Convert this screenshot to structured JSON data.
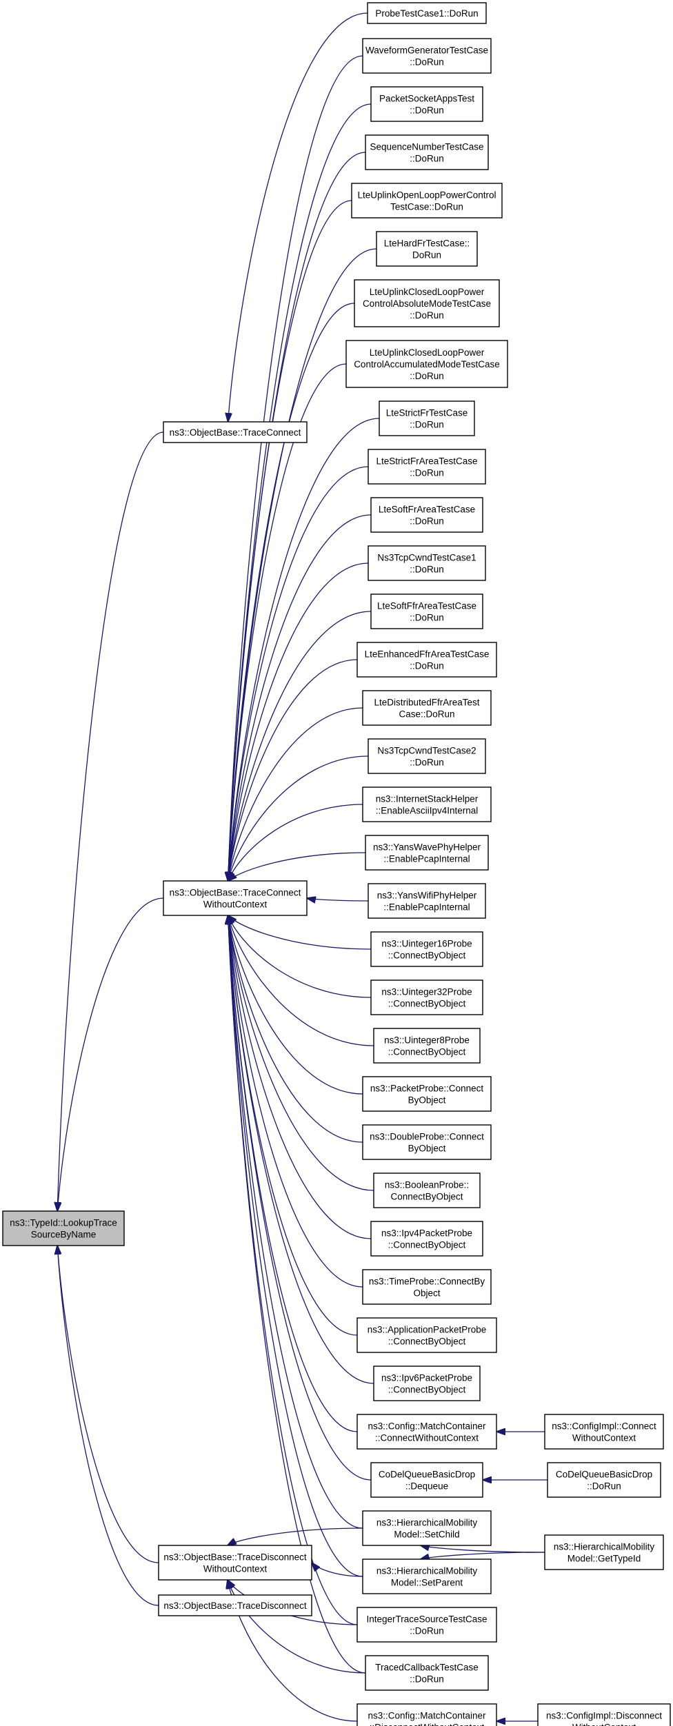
{
  "diagram": {
    "type": "call-graph",
    "focus_node": "typeid",
    "nodes": [
      {
        "id": "typeid",
        "lines": [
          "ns3::TypeId::LookupTrace",
          "SourceByName"
        ],
        "focus": true
      },
      {
        "id": "traceconnect",
        "lines": [
          "ns3::ObjectBase::TraceConnect"
        ]
      },
      {
        "id": "traceconnect-wc",
        "lines": [
          "ns3::ObjectBase::TraceConnect",
          "WithoutContext"
        ]
      },
      {
        "id": "tracedisconnect-wc",
        "lines": [
          "ns3::ObjectBase::TraceDisconnect",
          "WithoutContext"
        ]
      },
      {
        "id": "tracedisconnect",
        "lines": [
          "ns3::ObjectBase::TraceDisconnect"
        ]
      },
      {
        "id": "probetestcase1",
        "lines": [
          "ProbeTestCase1::DoRun"
        ]
      },
      {
        "id": "waveformgenerator",
        "lines": [
          "WaveformGeneratorTestCase",
          "::DoRun"
        ]
      },
      {
        "id": "packetsocketapps",
        "lines": [
          "PacketSocketAppsTest",
          "::DoRun"
        ]
      },
      {
        "id": "sequencenumber",
        "lines": [
          "SequenceNumberTestCase",
          "::DoRun"
        ]
      },
      {
        "id": "lteuplinkopenloop",
        "lines": [
          "LteUplinkOpenLoopPowerControl",
          "TestCase::DoRun"
        ]
      },
      {
        "id": "ltehardfr",
        "lines": [
          "LteHardFrTestCase::",
          "DoRun"
        ]
      },
      {
        "id": "lteuplinkclosedabs",
        "lines": [
          "LteUplinkClosedLoopPower",
          "ControlAbsoluteModeTestCase",
          "::DoRun"
        ]
      },
      {
        "id": "lteuplinkclosedacc",
        "lines": [
          "LteUplinkClosedLoopPower",
          "ControlAccumulatedModeTestCase",
          "::DoRun"
        ]
      },
      {
        "id": "ltestrictfr",
        "lines": [
          "LteStrictFrTestCase",
          "::DoRun"
        ]
      },
      {
        "id": "ltestrictfrarea",
        "lines": [
          "LteStrictFrAreaTestCase",
          "::DoRun"
        ]
      },
      {
        "id": "ltesoftfrarea",
        "lines": [
          "LteSoftFrAreaTestCase",
          "::DoRun"
        ]
      },
      {
        "id": "ns3tcpcwnd1",
        "lines": [
          "Ns3TcpCwndTestCase1",
          "::DoRun"
        ]
      },
      {
        "id": "ltesoftffrarea",
        "lines": [
          "LteSoftFfrAreaTestCase",
          "::DoRun"
        ]
      },
      {
        "id": "lteenhancedffr",
        "lines": [
          "LteEnhancedFfrAreaTestCase",
          "::DoRun"
        ]
      },
      {
        "id": "ltedistributedffr",
        "lines": [
          "LteDistributedFfrAreaTest",
          "Case::DoRun"
        ]
      },
      {
        "id": "ns3tcpcwnd2",
        "lines": [
          "Ns3TcpCwndTestCase2",
          "::DoRun"
        ]
      },
      {
        "id": "internetstackhelper",
        "lines": [
          "ns3::InternetStackHelper",
          "::EnableAsciiIpv4Internal"
        ]
      },
      {
        "id": "yanswavephyhelper",
        "lines": [
          "ns3::YansWavePhyHelper",
          "::EnablePcapInternal"
        ]
      },
      {
        "id": "yanswifiphyhelper",
        "lines": [
          "ns3::YansWifiPhyHelper",
          "::EnablePcapInternal"
        ]
      },
      {
        "id": "uinteger16probe",
        "lines": [
          "ns3::Uinteger16Probe",
          "::ConnectByObject"
        ]
      },
      {
        "id": "uinteger32probe",
        "lines": [
          "ns3::Uinteger32Probe",
          "::ConnectByObject"
        ]
      },
      {
        "id": "uinteger8probe",
        "lines": [
          "ns3::Uinteger8Probe",
          "::ConnectByObject"
        ]
      },
      {
        "id": "packetprobe",
        "lines": [
          "ns3::PacketProbe::Connect",
          "ByObject"
        ]
      },
      {
        "id": "doubleprobe",
        "lines": [
          "ns3::DoubleProbe::Connect",
          "ByObject"
        ]
      },
      {
        "id": "booleanprobe",
        "lines": [
          "ns3::BooleanProbe::",
          "ConnectByObject"
        ]
      },
      {
        "id": "ipv4packetprobe",
        "lines": [
          "ns3::Ipv4PacketProbe",
          "::ConnectByObject"
        ]
      },
      {
        "id": "timeprobe",
        "lines": [
          "ns3::TimeProbe::ConnectBy",
          "Object"
        ]
      },
      {
        "id": "applicationpacketprobe",
        "lines": [
          "ns3::ApplicationPacketProbe",
          "::ConnectByObject"
        ]
      },
      {
        "id": "ipv6packetprobe",
        "lines": [
          "ns3::Ipv6PacketProbe",
          "::ConnectByObject"
        ]
      },
      {
        "id": "matchcontainer-connect",
        "lines": [
          "ns3::Config::MatchContainer",
          "::ConnectWithoutContext"
        ]
      },
      {
        "id": "codelqueue-dequeue",
        "lines": [
          "CoDelQueueBasicDrop",
          "::Dequeue"
        ]
      },
      {
        "id": "hierarchical-setchild",
        "lines": [
          "ns3::HierarchicalMobility",
          "Model::SetChild"
        ]
      },
      {
        "id": "hierarchical-setparent",
        "lines": [
          "ns3::HierarchicalMobility",
          "Model::SetParent"
        ]
      },
      {
        "id": "integertracesource",
        "lines": [
          "IntegerTraceSourceTestCase",
          "::DoRun"
        ]
      },
      {
        "id": "tracedcallback",
        "lines": [
          "TracedCallbackTestCase",
          "::DoRun"
        ]
      },
      {
        "id": "matchcontainer-disconnect",
        "lines": [
          "ns3::Config::MatchContainer",
          "::DisconnectWithoutContext"
        ]
      },
      {
        "id": "configimpl-connect",
        "lines": [
          "ns3::ConfigImpl::Connect",
          "WithoutContext"
        ]
      },
      {
        "id": "codelqueue-dorun",
        "lines": [
          "CoDelQueueBasicDrop",
          "::DoRun"
        ]
      },
      {
        "id": "hierarchical-gettypeid",
        "lines": [
          "ns3::HierarchicalMobility",
          "Model::GetTypeId"
        ]
      },
      {
        "id": "configimpl-disconnect",
        "lines": [
          "ns3::ConfigImpl::Disconnect",
          "WithoutContext"
        ]
      }
    ],
    "edges": [
      {
        "from": "traceconnect",
        "to": "typeid"
      },
      {
        "from": "traceconnect-wc",
        "to": "typeid"
      },
      {
        "from": "tracedisconnect-wc",
        "to": "typeid"
      },
      {
        "from": "tracedisconnect",
        "to": "typeid"
      },
      {
        "from": "probetestcase1",
        "to": "traceconnect"
      },
      {
        "from": "waveformgenerator",
        "to": "traceconnect-wc"
      },
      {
        "from": "packetsocketapps",
        "to": "traceconnect-wc"
      },
      {
        "from": "sequencenumber",
        "to": "traceconnect-wc"
      },
      {
        "from": "lteuplinkopenloop",
        "to": "traceconnect-wc"
      },
      {
        "from": "ltehardfr",
        "to": "traceconnect-wc"
      },
      {
        "from": "lteuplinkclosedabs",
        "to": "traceconnect-wc"
      },
      {
        "from": "lteuplinkclosedacc",
        "to": "traceconnect-wc"
      },
      {
        "from": "ltestrictfr",
        "to": "traceconnect-wc"
      },
      {
        "from": "ltestrictfrarea",
        "to": "traceconnect-wc"
      },
      {
        "from": "ltesoftfrarea",
        "to": "traceconnect-wc"
      },
      {
        "from": "ns3tcpcwnd1",
        "to": "traceconnect-wc"
      },
      {
        "from": "ltesoftffrarea",
        "to": "traceconnect-wc"
      },
      {
        "from": "lteenhancedffr",
        "to": "traceconnect-wc"
      },
      {
        "from": "ltedistributedffr",
        "to": "traceconnect-wc"
      },
      {
        "from": "ns3tcpcwnd2",
        "to": "traceconnect-wc"
      },
      {
        "from": "internetstackhelper",
        "to": "traceconnect-wc"
      },
      {
        "from": "yanswavephyhelper",
        "to": "traceconnect-wc"
      },
      {
        "from": "yanswifiphyhelper",
        "to": "traceconnect-wc"
      },
      {
        "from": "uinteger16probe",
        "to": "traceconnect-wc"
      },
      {
        "from": "uinteger32probe",
        "to": "traceconnect-wc"
      },
      {
        "from": "uinteger8probe",
        "to": "traceconnect-wc"
      },
      {
        "from": "packetprobe",
        "to": "traceconnect-wc"
      },
      {
        "from": "doubleprobe",
        "to": "traceconnect-wc"
      },
      {
        "from": "booleanprobe",
        "to": "traceconnect-wc"
      },
      {
        "from": "ipv4packetprobe",
        "to": "traceconnect-wc"
      },
      {
        "from": "timeprobe",
        "to": "traceconnect-wc"
      },
      {
        "from": "applicationpacketprobe",
        "to": "traceconnect-wc"
      },
      {
        "from": "ipv6packetprobe",
        "to": "traceconnect-wc"
      },
      {
        "from": "matchcontainer-connect",
        "to": "traceconnect-wc"
      },
      {
        "from": "codelqueue-dequeue",
        "to": "traceconnect-wc"
      },
      {
        "from": "hierarchical-setchild",
        "to": "traceconnect-wc"
      },
      {
        "from": "hierarchical-setparent",
        "to": "traceconnect-wc"
      },
      {
        "from": "integertracesource",
        "to": "traceconnect-wc"
      },
      {
        "from": "tracedcallback",
        "to": "traceconnect-wc"
      },
      {
        "from": "hierarchical-setchild",
        "to": "tracedisconnect-wc"
      },
      {
        "from": "hierarchical-setparent",
        "to": "tracedisconnect-wc"
      },
      {
        "from": "integertracesource",
        "to": "tracedisconnect-wc"
      },
      {
        "from": "tracedcallback",
        "to": "tracedisconnect-wc"
      },
      {
        "from": "matchcontainer-disconnect",
        "to": "tracedisconnect-wc"
      },
      {
        "from": "configimpl-connect",
        "to": "matchcontainer-connect"
      },
      {
        "from": "codelqueue-dorun",
        "to": "codelqueue-dequeue"
      },
      {
        "from": "hierarchical-gettypeid",
        "to": "hierarchical-setchild"
      },
      {
        "from": "hierarchical-gettypeid",
        "to": "hierarchical-setparent"
      },
      {
        "from": "configimpl-disconnect",
        "to": "matchcontainer-disconnect"
      }
    ],
    "colors": {
      "edge": "#191970",
      "node_border": "#000000",
      "node_fill": "#ffffff",
      "focus_fill": "#bfbfbf"
    }
  }
}
